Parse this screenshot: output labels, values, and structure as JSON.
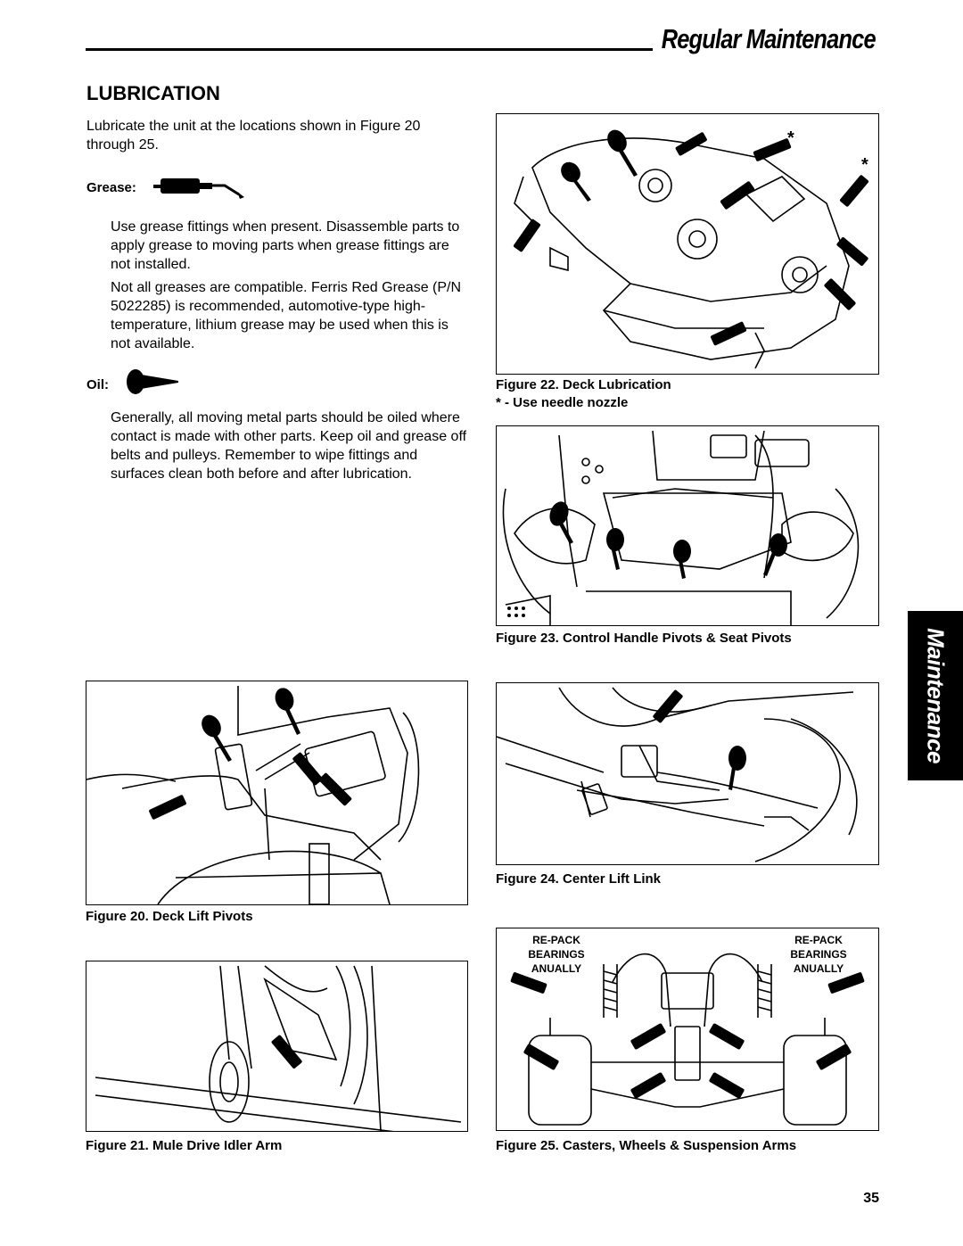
{
  "header": {
    "title": "Regular Maintenance"
  },
  "section": {
    "heading": "LUBRICATION"
  },
  "intro": "Lubricate the unit at the locations shown in Figure 20 through 25.",
  "grease": {
    "label": "Grease:",
    "para1": "Use grease fittings when present. Disassemble parts to apply grease to moving parts when grease fittings are not installed.",
    "para2": "Not all greases are compatible. Ferris Red Grease (P/N 5022285) is recommended, automotive-type high-temperature, lithium grease may be used when this is not available."
  },
  "oil": {
    "label": "Oil:",
    "para": "Generally, all moving metal parts should be oiled where contact is made with other parts. Keep oil and grease off belts and pulleys. Remember to wipe fittings and surfaces clean both before and after lubrication."
  },
  "figures": {
    "fig20": "Figure 20.  Deck Lift Pivots",
    "fig21": "Figure 21.  Mule Drive Idler Arm",
    "fig22": "Figure 22.  Deck Lubrication",
    "fig22_note": "* - Use needle nozzle",
    "fig23": "Figure 23. Control Handle Pivots & Seat Pivots",
    "fig24": "Figure 24.  Center Lift Link",
    "fig25": "Figure 25.  Casters, Wheels & Suspension Arms"
  },
  "fig22_marks": {
    "star1": "*",
    "star2": "*"
  },
  "fig25_labels": {
    "left": [
      "RE-PACK",
      "BEARINGS",
      "ANUALLY"
    ],
    "right": [
      "RE-PACK",
      "BEARINGS",
      "ANUALLY"
    ]
  },
  "side_tab": "Maintenance",
  "page_number": "35"
}
